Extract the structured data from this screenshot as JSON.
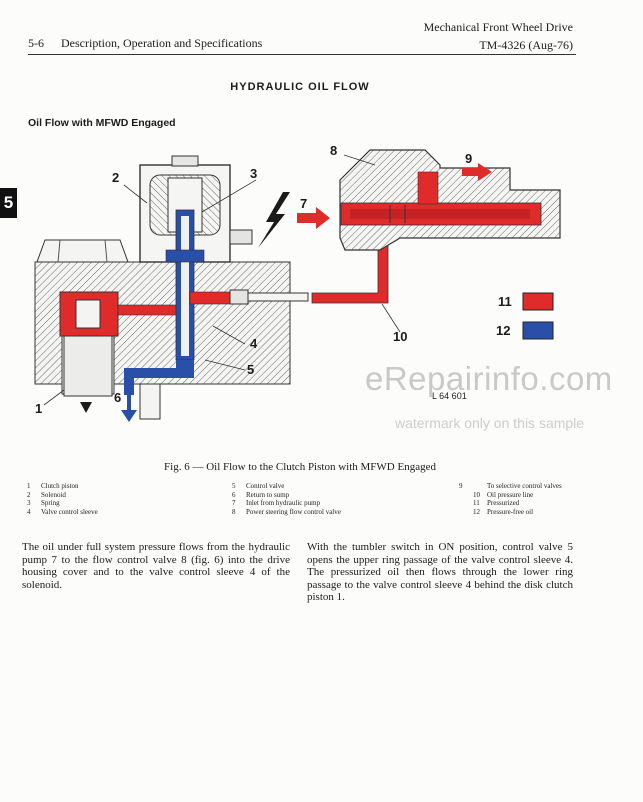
{
  "header": {
    "manual_title": "Mechanical Front Wheel Drive",
    "page_number": "5-6",
    "section_title": "Description, Operation and Specifications",
    "doc_ref": "TM-4326 (Aug-76)"
  },
  "side_tab": "5",
  "section_heading": "HYDRAULIC OIL FLOW",
  "subheading": "Oil Flow with MFWD Engaged",
  "figure": {
    "callouts": [
      "1",
      "2",
      "3",
      "4",
      "5",
      "6",
      "7",
      "8",
      "9",
      "10",
      "11",
      "12"
    ],
    "figure_code": "L 64 601",
    "colors": {
      "pressurized": "#e02b2b",
      "pressure_free": "#2a4fa8"
    },
    "caption": "Fig. 6 — Oil Flow to the Clutch Piston with MFWD Engaged",
    "legend_col1": [
      {
        "n": "1",
        "t": "Clutch piston"
      },
      {
        "n": "2",
        "t": "Solenoid"
      },
      {
        "n": "3",
        "t": "Spring"
      },
      {
        "n": "4",
        "t": "Valve control sleeve"
      }
    ],
    "legend_col2": [
      {
        "n": "5",
        "t": "Control valve"
      },
      {
        "n": "6",
        "t": "Return to sump"
      },
      {
        "n": "7",
        "t": "Inlet from hydraulic pump"
      },
      {
        "n": "8",
        "t": "Power steering flow control valve"
      }
    ],
    "legend_col3": [
      {
        "n": "9",
        "t": "To selective control valves"
      },
      {
        "n": "10",
        "t": "Oil pressure line"
      },
      {
        "n": "11",
        "t": "Pressurized"
      },
      {
        "n": "12",
        "t": "Pressure-free oil"
      }
    ]
  },
  "paragraph_left": "The oil under full system pressure flows from the hydraulic pump 7 to the flow control valve 8 (fig. 6) into the drive housing cover and to the valve control sleeve 4 of the solenoid.",
  "paragraph_right": "With the tumbler switch in ON position, control valve 5 opens the upper ring passage of the valve control sleeve 4. The pressurized oil then flows through the lower ring passage to the valve control sleeve 4 behind the disk clutch piston 1.",
  "watermark": {
    "brand": "eRepairinfo.com",
    "notice": "watermark only on this sample"
  }
}
